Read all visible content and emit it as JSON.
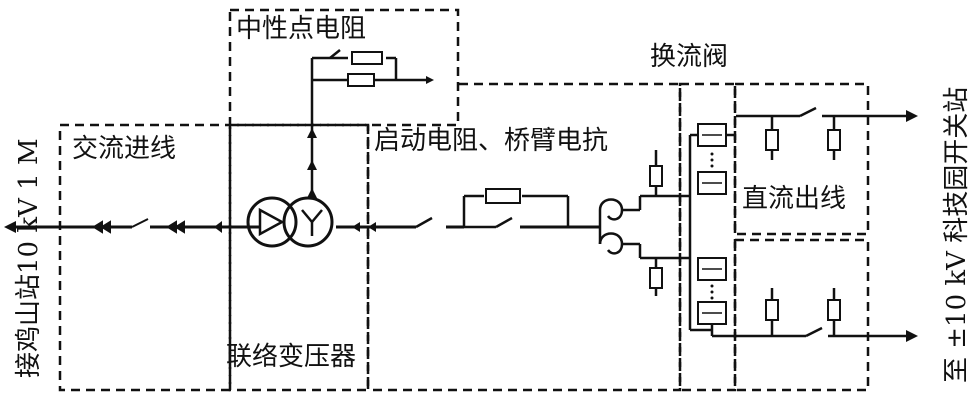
{
  "labels": {
    "neutral_resistor": "中性点电阻",
    "converter_valve": "换流阀",
    "ac_incoming": "交流进线",
    "startup_resistor_reactor": "启动电阻、桥臂电抗",
    "dc_outgoing": "直流出线",
    "tie_transformer": "联络变压器",
    "left_vertical": "接鸡山站10 kV 1 M",
    "right_vertical": "至 ±10 kV 科技园开关站"
  },
  "colors": {
    "line": "#111111",
    "resistor_fill": "#ffffff",
    "background": "#ffffff"
  }
}
